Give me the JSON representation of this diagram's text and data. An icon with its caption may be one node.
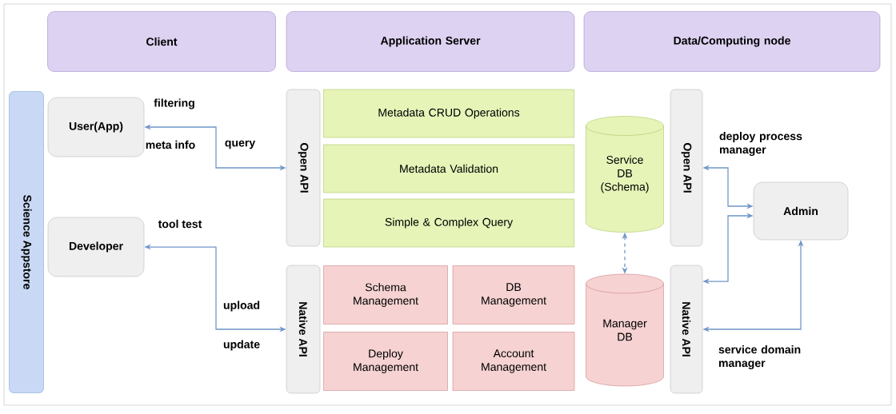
{
  "diagram": {
    "nodes": [
      {
        "text": [
          "Client"
        ]
      },
      {
        "text": [
          "Application Server"
        ]
      },
      {
        "text": [
          "Data/Computing node"
        ]
      },
      {
        "text": [
          "Science Appstore"
        ]
      },
      {
        "text": [
          "User(App)"
        ]
      },
      {
        "text": [
          "Developer"
        ]
      },
      {
        "text": [
          "Open API"
        ]
      },
      {
        "text": [
          "Metadata CRUD Operations"
        ]
      },
      {
        "text": [
          "Metadata Validation"
        ]
      },
      {
        "text": [
          "Simple & Complex Query"
        ]
      },
      {
        "text": [
          "Native API"
        ]
      },
      {
        "text": [
          "Schema Management"
        ]
      },
      {
        "text": [
          "DB Management"
        ]
      },
      {
        "text": [
          "Deploy Management"
        ]
      },
      {
        "text": [
          "Account Management"
        ]
      },
      {
        "text": [
          "Service DB (Schema)"
        ]
      },
      {
        "text": [
          "Manager DB"
        ]
      },
      {
        "text": [
          "Open API"
        ]
      },
      {
        "text": [
          "Native API"
        ]
      },
      {
        "text": [
          "Admin"
        ]
      }
    ],
    "edges": [
      {
        "from": 4,
        "to": 6,
        "arrow": "both"
      },
      {
        "from": 5,
        "to": 10,
        "arrow": "both"
      },
      {
        "from": 15,
        "to": 16,
        "arrow": "both",
        "style": "dashed"
      },
      {
        "from": 19,
        "to": 17,
        "arrow": "both"
      },
      {
        "from": 18,
        "to": 19,
        "arrow": "both"
      },
      {
        "from": 18,
        "to": 19,
        "arrow": "both"
      }
    ],
    "labels": [
      "filtering",
      "meta info",
      "query",
      "tool test",
      "upload",
      "update",
      "deploy process manager",
      "service domain manager"
    ]
  }
}
